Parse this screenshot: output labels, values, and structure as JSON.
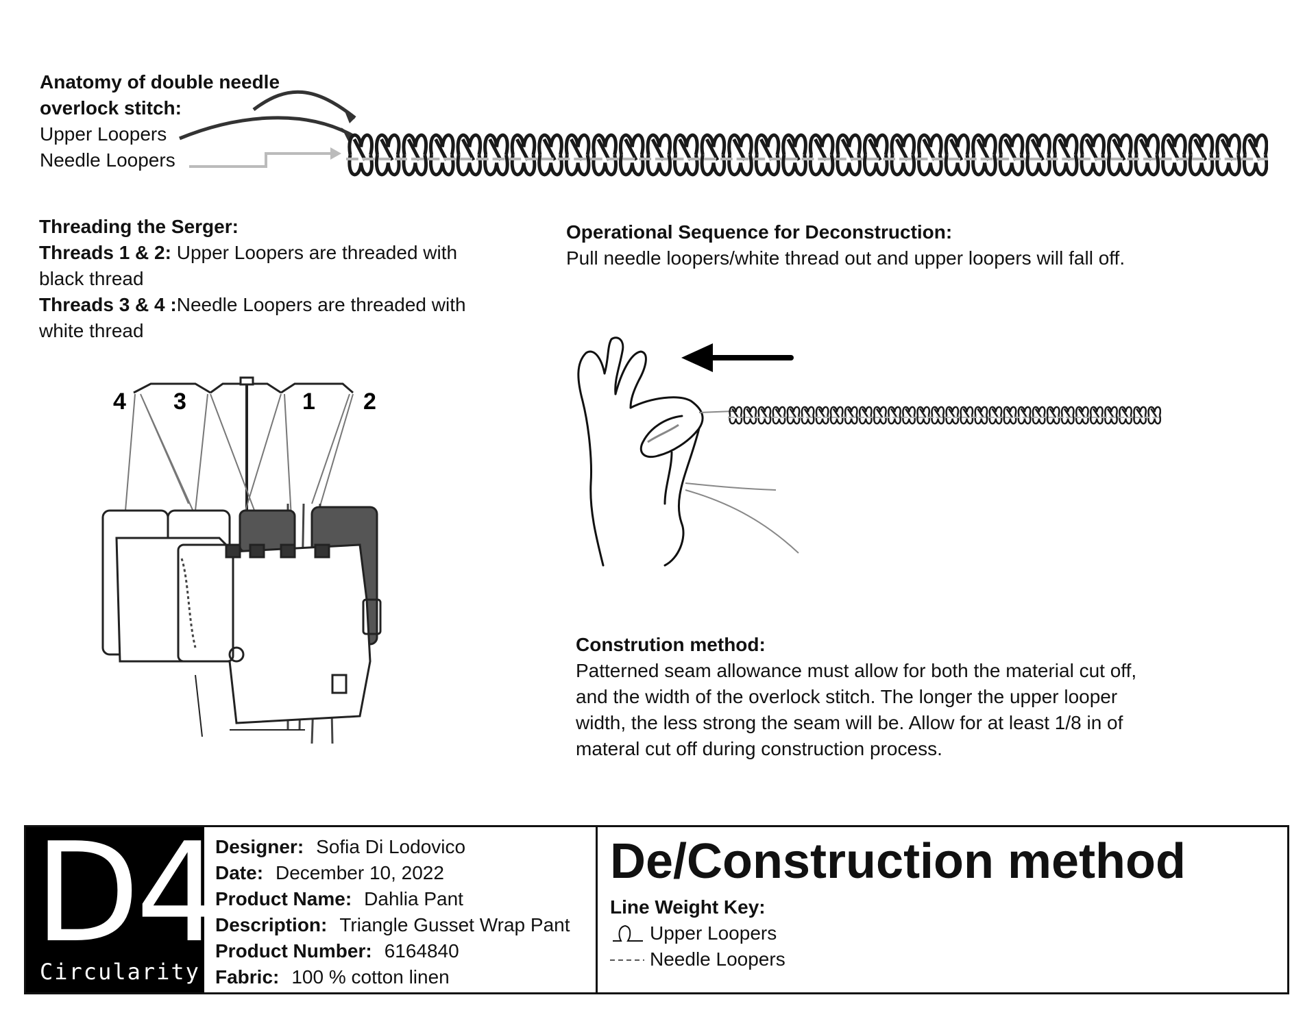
{
  "anatomy": {
    "title_line1": "Anatomy of double needle",
    "title_line2": "overlock stitch:",
    "upper_label": "Upper Loopers",
    "needle_label": "Needle Loopers"
  },
  "threading": {
    "title": "Threading the Serger:",
    "threads12_label": "Threads 1 & 2:",
    "threads12_text": " Upper Loopers are threaded with",
    "threads12_text2": "black thread",
    "threads34_label": "Threads 3 & 4 :",
    "threads34_text": "Needle Loopers are threaded with",
    "threads34_text2": "white thread"
  },
  "serger_labels": {
    "n4": "4",
    "n3": "3",
    "n1": "1",
    "n2": "2"
  },
  "operational": {
    "title": "Operational Sequence for Deconstruction:",
    "text": "Pull needle loopers/white thread out  and upper loopers will fall off."
  },
  "construction": {
    "title": "Constrution method:",
    "line1": "Patterned seam allowance must allow for both the material cut off,",
    "line2": "and the width of the overlock stitch. The longer the upper looper",
    "line3": "width, the less strong the seam will be. Allow for at least 1/8 in of",
    "line4": "materal cut off during construction process."
  },
  "title_block": {
    "code": "D4",
    "caption": "Circularity",
    "designer_label": "Designer:",
    "designer": "Sofia Di Lodovico",
    "date_label": "Date:",
    "date": "December 10, 2022",
    "product_name_label": "Product Name:",
    "product_name": "Dahlia Pant",
    "description_label": "Description:",
    "description": "Triangle Gusset Wrap Pant",
    "product_number_label": "Product Number:",
    "product_number": "6164840",
    "fabric_label": "Fabric:",
    "fabric": "100 % cotton linen",
    "method_title": "De/Construction method",
    "key_title": "Line Weight Key:",
    "key_upper": "Upper Loopers",
    "key_needle": "Needle Loopers"
  },
  "colors": {
    "ink": "#111111",
    "needle_thread": "#bbbbbb",
    "machine_dark": "#555555"
  }
}
